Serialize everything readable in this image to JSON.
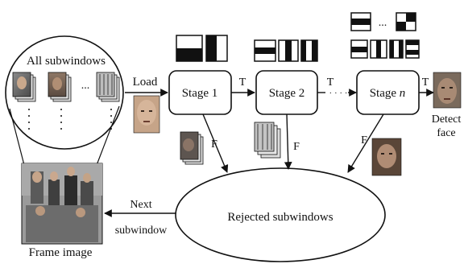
{
  "labels": {
    "all_subwindows": "All subwindows",
    "load": "Load",
    "stage1": "Stage 1",
    "stage2": "Stage 2",
    "stage_n_prefix": "Stage ",
    "stage_n_var": "n",
    "t": "T",
    "f": "F",
    "detect_line1": "Detect",
    "detect_line2": "face",
    "next_line1": "Next",
    "next_line2": "subwindow",
    "rejected": "Rejected subwindows",
    "frame_image": "Frame image",
    "ellipsis": "...",
    "dots_between_stages": "· · · ·"
  },
  "colors": {
    "line": "#111111",
    "box_fill": "#ffffff",
    "photo_skin": "#b58a6a",
    "photo_dark": "#3a3a3a"
  }
}
